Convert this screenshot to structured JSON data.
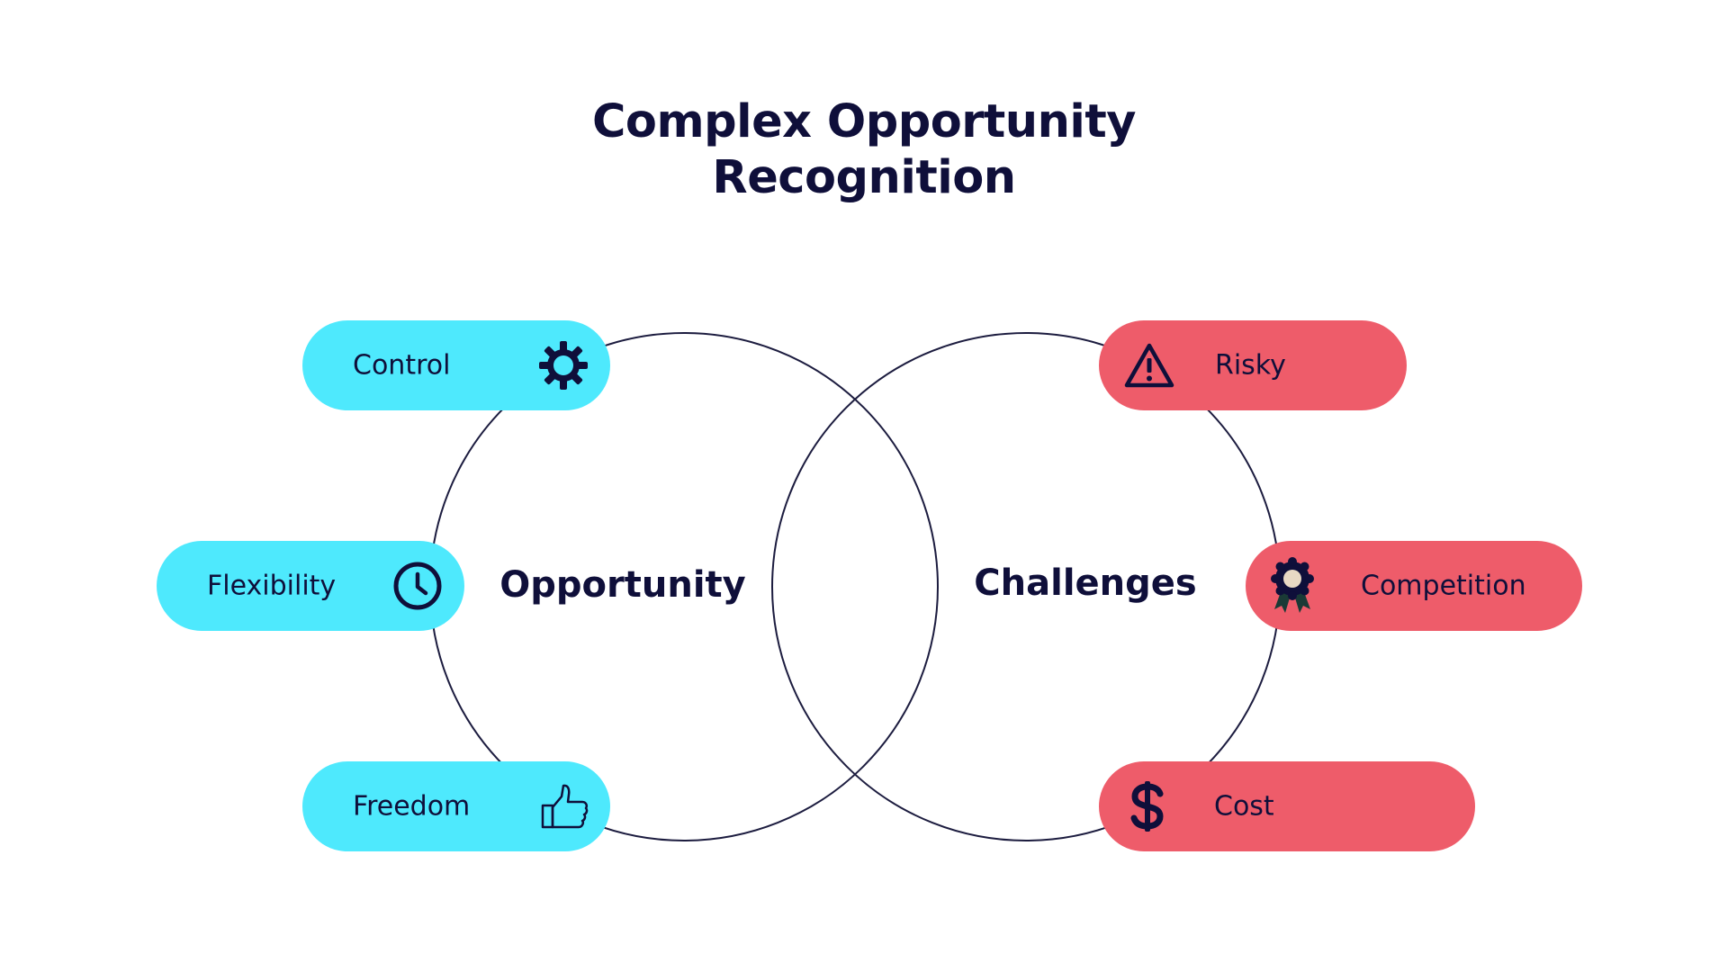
{
  "title": {
    "line1": "Complex Opportunity",
    "line2": "Recognition"
  },
  "circles": {
    "left": {
      "label": "Opportunity"
    },
    "right": {
      "label": "Challenges"
    }
  },
  "opportunity_items": [
    {
      "label": "Control",
      "icon": "gear-icon"
    },
    {
      "label": "Flexibility",
      "icon": "clock-icon"
    },
    {
      "label": "Freedom",
      "icon": "thumbs-up-icon"
    }
  ],
  "challenge_items": [
    {
      "label": "Risky",
      "icon": "warning-icon"
    },
    {
      "label": "Competition",
      "icon": "award-ribbon-icon"
    },
    {
      "label": "Cost",
      "icon": "dollar-icon"
    }
  ],
  "colors": {
    "opportunity": "#4ee9fd",
    "challenges": "#ee5c6a",
    "text": "#0f0f3a",
    "outline": "#1c1c3f"
  }
}
